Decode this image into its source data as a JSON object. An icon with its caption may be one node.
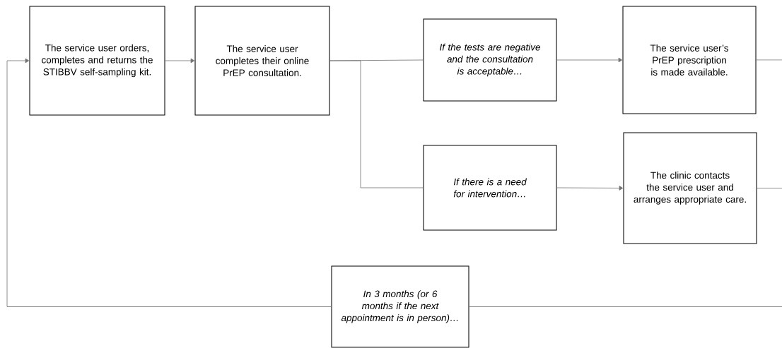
{
  "diagram": {
    "nodes": [
      {
        "text": [
          "The service user orders, completes and returns the STIBBV self-sampling kit."
        ]
      },
      {
        "text": [
          "The service user completes their online PrEP consultation."
        ]
      },
      {
        "text": [
          "If the tests are negative and the consultation is acceptable…"
        ]
      },
      {
        "text": [
          "The service user’s PrEP prescription is made available."
        ]
      },
      {
        "text": [
          "If there is a need for intervention…"
        ]
      },
      {
        "text": [
          "The clinic contacts the service user and arranges appropriate care."
        ]
      },
      {
        "text": [
          "In 3 months (or 6 months if the next appointment is in person)…"
        ]
      }
    ],
    "edges": [
      {
        "from": 6,
        "to": 0,
        "arrow": "to"
      },
      {
        "from": 0,
        "to": 1,
        "arrow": "to"
      },
      {
        "from": 1,
        "to": 2,
        "arrow": "none"
      },
      {
        "from": 1,
        "to": 4,
        "arrow": "none"
      },
      {
        "from": 2,
        "to": 3,
        "arrow": "to"
      },
      {
        "from": 4,
        "to": 5,
        "arrow": "to"
      },
      {
        "from": 3,
        "to": null,
        "arrow": "none"
      },
      {
        "from": 5,
        "to": null,
        "arrow": "none"
      },
      {
        "from": 6,
        "to": null,
        "arrow": "none"
      }
    ]
  }
}
